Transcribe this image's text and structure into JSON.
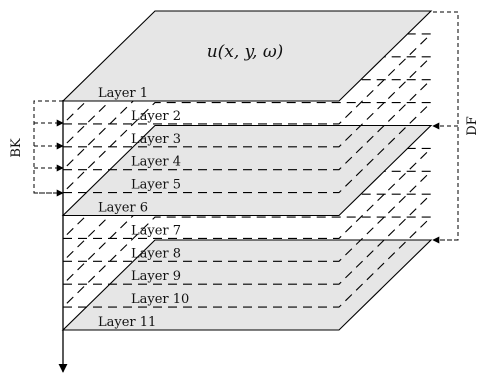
{
  "surface_label": "u(x, y, ω)",
  "layers": [
    {
      "label": "Layer 1",
      "style": "solid",
      "fill": "#e6e6e6"
    },
    {
      "label": "Layer 2",
      "style": "dashed"
    },
    {
      "label": "Layer 3",
      "style": "dashed"
    },
    {
      "label": "Layer 4",
      "style": "dashed"
    },
    {
      "label": "Layer 5",
      "style": "dashed"
    },
    {
      "label": "Layer 6",
      "style": "solid",
      "fill": "#e6e6e6"
    },
    {
      "label": "Layer 7",
      "style": "dashed"
    },
    {
      "label": "Layer 8",
      "style": "dashed"
    },
    {
      "label": "Layer 9",
      "style": "dashed"
    },
    {
      "label": "Layer 10",
      "style": "dashed"
    },
    {
      "label": "Layer 11",
      "style": "solid",
      "fill": "#e6e6e6"
    }
  ],
  "left_bracket_label": "BK",
  "right_bracket_label": "DF",
  "colors": {
    "plane_fill": "#e6e6e6",
    "stroke": "#000000"
  }
}
